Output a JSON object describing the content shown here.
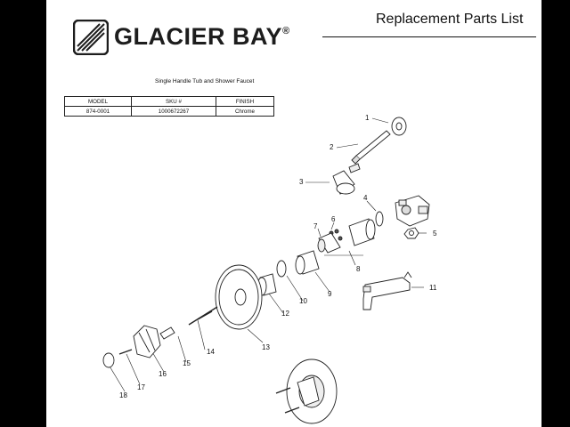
{
  "brand": {
    "name": "GLACIER BAY",
    "registered_mark": "®"
  },
  "document_title": "Replacement Parts List",
  "product_name": "Single Handle Tub and Shower Faucet",
  "spec_table": {
    "headers": [
      "MODEL",
      "SKU #",
      "FINISH"
    ],
    "rows": [
      [
        "874-0001",
        "1000672267",
        "Chrome"
      ]
    ]
  },
  "callouts": [
    "1",
    "2",
    "3",
    "4",
    "5",
    "6",
    "7",
    "8",
    "9",
    "10",
    "11",
    "12",
    "13",
    "14",
    "15",
    "16",
    "17",
    "18"
  ]
}
